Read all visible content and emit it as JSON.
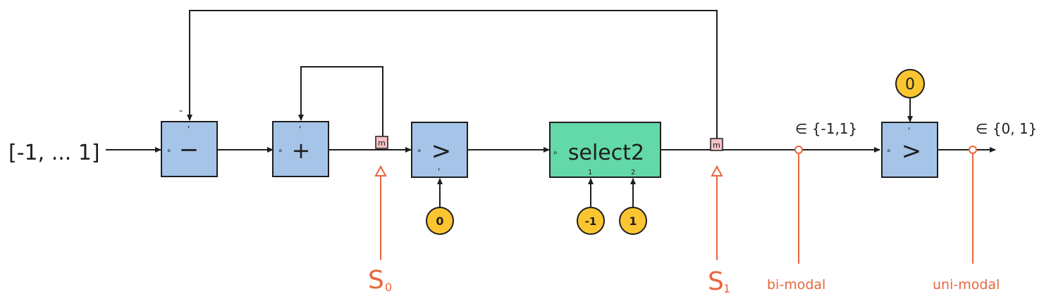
{
  "input_label": "[-1, ... 1]",
  "blocks": {
    "subtract": {
      "symbol": "−",
      "port_top": "'",
      "port_left": "∘",
      "feedback_sign": "-"
    },
    "add": {
      "symbol": "+",
      "port_top": "'",
      "port_left": "∘"
    },
    "compare1": {
      "symbol": ">",
      "port_bottom": "'",
      "port_left": "∘"
    },
    "select": {
      "label": "select2",
      "port_1": "1",
      "port_2": "2",
      "port_left": "∘"
    },
    "compare2": {
      "symbol": ">",
      "port_top": "'",
      "port_left": "∘"
    }
  },
  "constants": {
    "zero_compare1": "0",
    "neg_one": "-1",
    "one": "1",
    "zero_compare2": "0"
  },
  "memory_label": "m",
  "set_labels": {
    "bimodal": "∈ {-1,1}",
    "unimodal": "∈ {0, 1}"
  },
  "annotations": {
    "s0": "S",
    "s0_sub": "0",
    "s1": "S",
    "s1_sub": "1",
    "bi_modal": "bi-modal",
    "uni_modal": "uni-modal"
  },
  "colors": {
    "blue_block": "#a5c4e8",
    "green_block": "#63d8a8",
    "constant": "#fbc531",
    "memory": "#f6c1c5",
    "annotation": "#e8663d",
    "stroke": "#1e1e1e"
  }
}
